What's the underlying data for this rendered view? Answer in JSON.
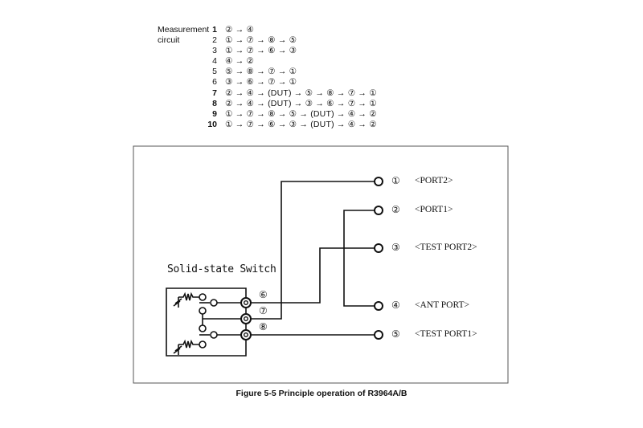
{
  "sequence_table": {
    "label_line1": "Measurement",
    "label_line2": "circuit",
    "rows": [
      {
        "num": "1",
        "path": "② → ④"
      },
      {
        "num": "2",
        "path": "① → ⑦ → ⑧ → ⑤"
      },
      {
        "num": "3",
        "path": "① → ⑦ → ⑥ → ③"
      },
      {
        "num": "4",
        "path": "④ → ②"
      },
      {
        "num": "5",
        "path": "⑤ → ⑧ → ⑦ → ①"
      },
      {
        "num": "6",
        "path": "③ → ⑥ → ⑦ → ①"
      },
      {
        "num": "7",
        "path": "② → ④ → (DUT) → ⑤ → ⑧ → ⑦ → ①"
      },
      {
        "num": "8",
        "path": "② → ④ → (DUT) → ③ → ⑥ → ⑦ → ①"
      },
      {
        "num": "9",
        "path": "① → ⑦ → ⑧ → ⑤ → (DUT) → ④ → ②"
      },
      {
        "num": "10",
        "path": "① → ⑦ → ⑥ → ③ → (DUT) → ④ → ②"
      }
    ]
  },
  "diagram": {
    "switch_title": "Solid-state Switch",
    "switch_nodes": [
      "⑥",
      "⑦",
      "⑧"
    ],
    "ports": [
      {
        "num": "①",
        "label": "<PORT2>"
      },
      {
        "num": "②",
        "label": "<PORT1>"
      },
      {
        "num": "③",
        "label": "<TEST PORT2>"
      },
      {
        "num": "④",
        "label": "<ANT PORT>"
      },
      {
        "num": "⑤",
        "label": "<TEST PORT1>"
      }
    ],
    "line_color": "#111111"
  },
  "caption": "Figure 5-5 Principle operation of R3964A/B"
}
